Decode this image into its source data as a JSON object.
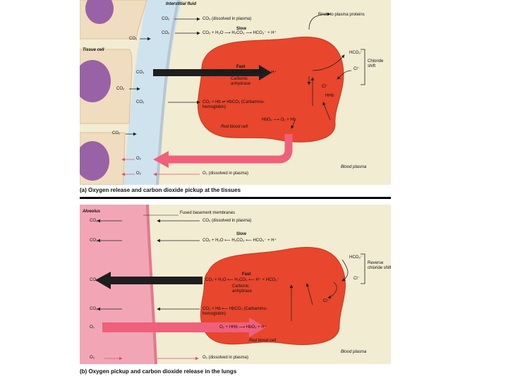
{
  "panel_a": {
    "caption": "(a) Oxygen release and carbon dioxide pickup at the tissues",
    "interstitial_fluid": "Interstitial fluid",
    "tissue_cell": "Tissue cell",
    "red_blood_cell": "Red blood cell",
    "blood_plasma": "Blood plasma",
    "co2": "CO₂",
    "o2": "O₂",
    "eq_dissolved_co2": "CO₂ (dissolved in plasma)",
    "eq_slow_reaction": "CO₂ + H₂O ⟶ H₂CO₃ ⟶ HCO₃⁻ + H⁺",
    "slow": "Slow",
    "binds_plasma_proteins": "Binds to plasma proteins",
    "fast": "Fast",
    "eq_fast_reaction": "CO₂ + H₂O ⟶ H₂CO₃ ⟶ HCO₃⁻ + H⁺",
    "carbonic_anhydrase": "Carbonic anhydrase",
    "hco3": "HCO₃⁻",
    "cl": "Cl⁻",
    "chloride_shift": "Chloride shift",
    "hhb": "HHb",
    "eq_carbamino": "CO₂ + Hb ⇌ HbCO₂ (Carbamino-hemoglobin)",
    "eq_hbo2": "HbO₂ ⟶ O₂ + Hb",
    "eq_dissolved_o2": "O₂ (dissolved in plasma)"
  },
  "panel_b": {
    "caption": "(b) Oxygen pickup and carbon dioxide release in the lungs",
    "alveolus": "Alveolus",
    "fused_membranes": "Fused basement membranes",
    "red_blood_cell": "Red blood cell",
    "blood_plasma": "Blood plasma",
    "co2": "CO₂",
    "o2": "O₂",
    "eq_dissolved_co2": "CO₂ (dissolved in plasma)",
    "slow": "Slow",
    "eq_slow_reaction": "CO₂ + H₂O ⟵ H₂CO₃ ⟵ HCO₃⁻ + H⁺",
    "fast": "Fast",
    "eq_fast_reaction": "CO₂ + H₂O ⟵ H₂CO₃ ⟵ H⁺ + HCO₃⁻",
    "carbonic_anhydrase": "Carbonic anhydrase",
    "hco3": "HCO₃⁻",
    "cl": "Cl⁻",
    "reverse_chloride_shift": "Reverse chloride shift",
    "eq_carbamino": "CO₂ + Hb ⟵ HbCO₂ (Carbamino-hemoglobin)",
    "eq_hbo2": "O₂ + HHb ⟶ HbO₂ + H⁺",
    "eq_dissolved_o2": "O₂ (dissolved in plasma)"
  },
  "colors": {
    "plasma": "#f2ecd2",
    "interstitial": "#cfe3ee",
    "tissue_cell": "#f0dcbe",
    "nucleus": "#9a62a6",
    "rbc": "#e8462d",
    "alveolus": "#f2a6b5",
    "o2_arrow": "#f0607a"
  }
}
